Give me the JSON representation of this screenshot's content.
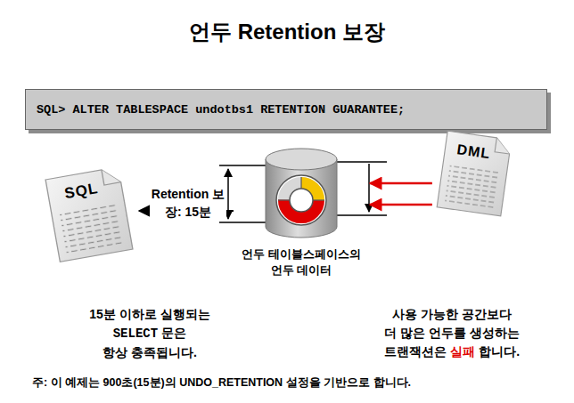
{
  "diagram": {
    "title": "언두 Retention 보장",
    "nodes": [
      {
        "text": [
          "SQL> ALTER TABLESPACE undotbs1 RETENTION GUARANTEE;"
        ]
      },
      {
        "text": [
          "SQL"
        ]
      },
      {
        "text": [
          "언두 테이블스페이스의 언두 데이터"
        ]
      },
      {
        "text": [
          "DML"
        ]
      }
    ],
    "edges": [
      {
        "from": 2,
        "to": 1,
        "arrow": "to",
        "label": "Retention 보장: 15분"
      },
      {
        "from": 3,
        "to": 2,
        "arrow": "to"
      },
      {
        "from": 3,
        "to": 2,
        "arrow": "to"
      }
    ],
    "labels": [
      "15분 이하로 실행되는",
      "SELECT",
      "문은",
      "항상 충족됩니다.",
      "사용 가능한 공간보다",
      "더 많은 언두를 생성하는",
      "트랜잭션은",
      "실패",
      "합니다.",
      "주: 이 예제는 900초(15분)의 UNDO_RETENTION 설정을 기반으로 합니다."
    ]
  }
}
